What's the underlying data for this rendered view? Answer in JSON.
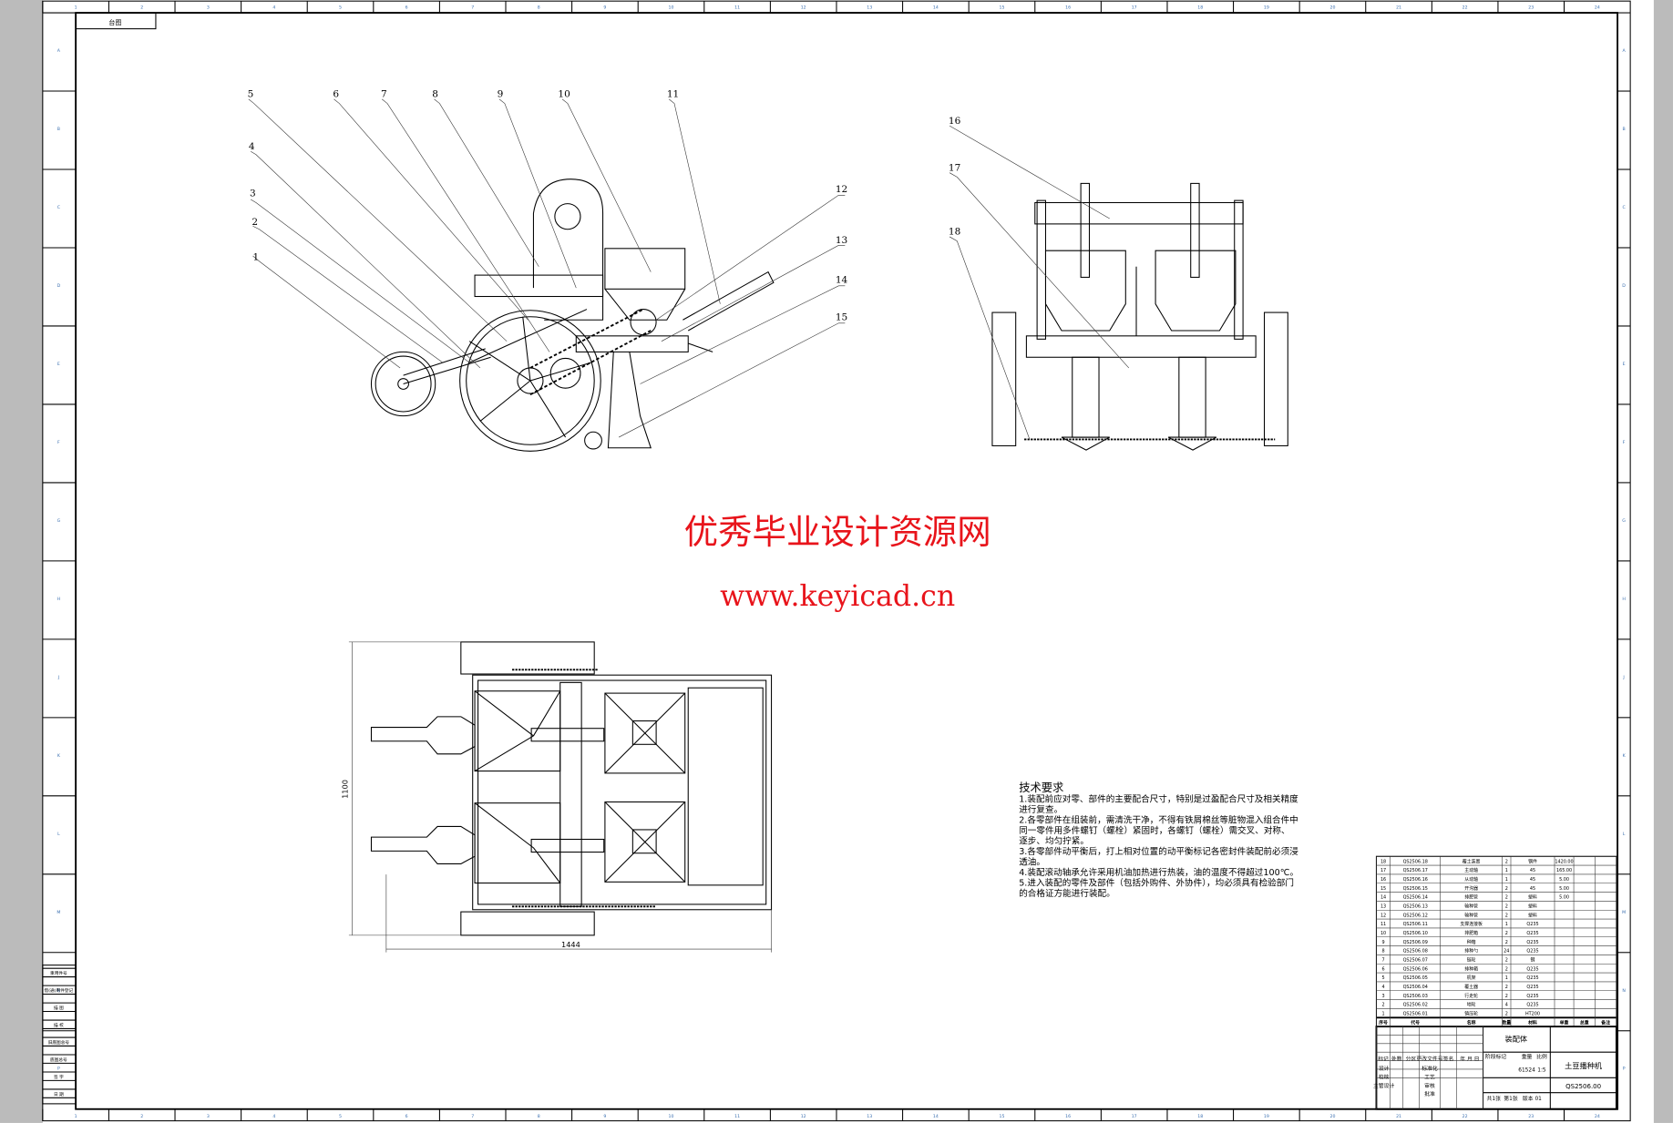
{
  "sheet_tab": "台图",
  "watermark": {
    "title": "优秀毕业设计资源网",
    "url": "www.keyicad.cn"
  },
  "zones": {
    "columns": [
      "1",
      "2",
      "3",
      "4",
      "5",
      "6",
      "7",
      "8",
      "9",
      "10",
      "11",
      "12",
      "13",
      "14",
      "15",
      "16",
      "17",
      "18",
      "19",
      "20",
      "21",
      "22",
      "23",
      "24"
    ],
    "rows": [
      "A",
      "B",
      "C",
      "D",
      "E",
      "F",
      "G",
      "H",
      "J",
      "K",
      "L",
      "M",
      "N",
      "P"
    ]
  },
  "balloons": [
    "1",
    "2",
    "3",
    "4",
    "5",
    "6",
    "7",
    "8",
    "9",
    "10",
    "11",
    "12",
    "13",
    "14",
    "15",
    "16",
    "17",
    "18"
  ],
  "dimensions": {
    "height": "1100",
    "width": "1444"
  },
  "side_labels": [
    "重用件号",
    "借(通)用件登记",
    "描 图",
    "描 校",
    "旧底图总号",
    "底图总号",
    "签 字",
    "日 期"
  ],
  "tech_requirements": {
    "title": "技术要求",
    "lines": [
      "1.装配前应对零、部件的主要配合尺寸，特别是过盈配合尺寸及相关精度",
      "进行复查。",
      "2.各零部件在组装前，需清洗干净，不得有铁屑棉丝等脏物混入组合件中",
      "同一零件用多件螺钉（螺栓）紧固时，各螺钉（螺栓）需交叉、对称、",
      "逐步、均匀拧紧。",
      "3.各零部件动平衡后，打上相对位置的动平衡标记各密封件装配前必须浸",
      "透油。",
      "4.装配滚动轴承允许采用机油加热进行热装，油的温度不得超过100℃。",
      "5.进入装配的零件及部件（包括外购件、外协件），均必须具有检验部门",
      "的合格证方能进行装配。"
    ]
  },
  "bom": {
    "headers": [
      "序号",
      "代号",
      "名称",
      "数量",
      "材料",
      "单重",
      "总重",
      "备注"
    ],
    "rows": [
      [
        "18",
        "QS2506.18",
        "覆土装置",
        "2",
        "钢件",
        "1420.00",
        "",
        ""
      ],
      [
        "17",
        "QS2506.17",
        "主动轴",
        "1",
        "45",
        "165.00",
        "",
        ""
      ],
      [
        "16",
        "QS2506.16",
        "从动轴",
        "1",
        "45",
        "5.00",
        "",
        ""
      ],
      [
        "15",
        "QS2506.15",
        "开沟器",
        "2",
        "45",
        "5.00",
        "",
        ""
      ],
      [
        "14",
        "QS2506.14",
        "排肥管",
        "2",
        "塑料",
        "5.00",
        "",
        ""
      ],
      [
        "13",
        "QS2506.13",
        "输种管",
        "2",
        "塑料",
        "",
        "",
        ""
      ],
      [
        "12",
        "QS2506.12",
        "输种管",
        "2",
        "塑料",
        "",
        "",
        ""
      ],
      [
        "11",
        "QS2506.11",
        "支撑连接板",
        "1",
        "Q235",
        "",
        "",
        ""
      ],
      [
        "10",
        "QS2506.10",
        "排肥箱",
        "2",
        "Q235",
        "",
        "",
        ""
      ],
      [
        "9",
        "QS2506.09",
        "种箱",
        "2",
        "Q235",
        "",
        "",
        ""
      ],
      [
        "8",
        "QS2506.08",
        "排种勺",
        "24",
        "Q235",
        "",
        "",
        ""
      ],
      [
        "7",
        "QS2506.07",
        "链轮",
        "2",
        "钢",
        "",
        "",
        ""
      ],
      [
        "6",
        "QS2506.06",
        "排种箱",
        "2",
        "Q235",
        "",
        "",
        ""
      ],
      [
        "5",
        "QS2506.05",
        "机架",
        "1",
        "Q235",
        "",
        "",
        ""
      ],
      [
        "4",
        "QS2506.04",
        "覆土器",
        "2",
        "Q235",
        "",
        "",
        ""
      ],
      [
        "3",
        "QS2506.03",
        "行走轮",
        "2",
        "Q235",
        "",
        "",
        ""
      ],
      [
        "2",
        "QS2506.02",
        "地轮",
        "4",
        "Q235",
        "",
        "",
        ""
      ],
      [
        "1",
        "QS2506.01",
        "镇压轮",
        "2",
        "HT200",
        "",
        "",
        ""
      ]
    ]
  },
  "title_block": {
    "assembly": "装配体",
    "product_name": "土豆播种机",
    "drawing_no": "QS2506.00",
    "rev_headers": [
      "标记",
      "处数",
      "分区",
      "更改文件号",
      "签名",
      "年 月 日"
    ],
    "roles": [
      "设计",
      "校核",
      "主管设计",
      ""
    ],
    "roles2": [
      "标准化",
      "工艺",
      "审核",
      "批准"
    ],
    "stage_label": "阶段标记",
    "weight_label": "重量",
    "scale_label": "比例",
    "weight": "61524",
    "scale": "1:5",
    "sheets_total": "共1张",
    "sheet_no": "第1张",
    "version": "版本 01"
  }
}
